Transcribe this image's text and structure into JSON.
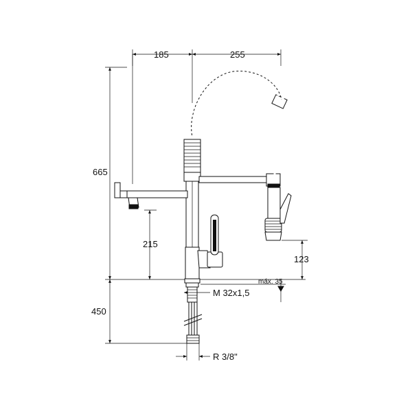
{
  "dimensions": {
    "spout_reach": "185",
    "spring_reach": "255",
    "total_height": "665",
    "spout_height": "215",
    "spray_height": "123",
    "base_max": "máx. 35",
    "thread_top": "M 32x1,5",
    "under_length": "450",
    "thread_bottom": "R 3/8\""
  }
}
